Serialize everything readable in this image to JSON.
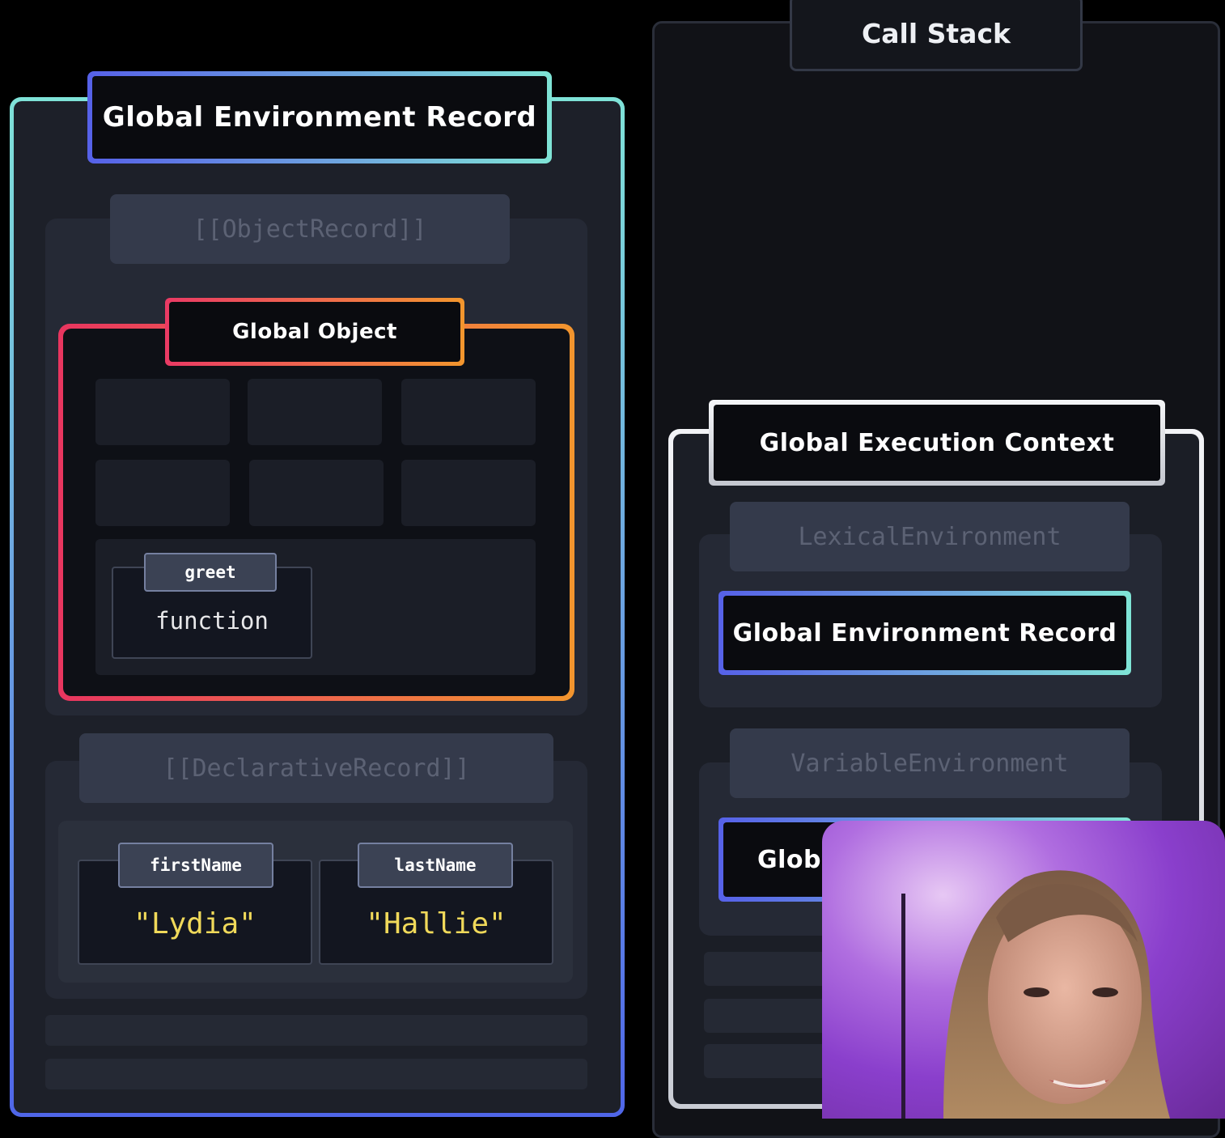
{
  "left_panel": {
    "title": "Global Environment Record",
    "object_record_label": "[[ObjectRecord]]",
    "global_object": {
      "title": "Global Object",
      "properties": [
        {
          "name": "greet",
          "value": "function"
        }
      ]
    },
    "declarative_record_label": "[[DeclarativeRecord]]",
    "declarative_properties": [
      {
        "name": "firstName",
        "value": "\"Lydia\""
      },
      {
        "name": "lastName",
        "value": "\"Hallie\""
      }
    ]
  },
  "call_stack": {
    "title": "Call Stack",
    "execution_context": {
      "title": "Global Execution Context",
      "lexical_environment_label": "LexicalEnvironment",
      "lexical_environment_value": "Global Environment Record",
      "variable_environment_label": "VariableEnvironment",
      "variable_environment_value_visible": "Globa"
    }
  },
  "colors": {
    "background": "#000000",
    "panel": "#1d2029",
    "environment_record_gradient": [
      "#5661e8",
      "#7fe4d6"
    ],
    "global_object_gradient": [
      "#e8355f",
      "#f2952e"
    ],
    "execution_context_border": "#e6e7ea",
    "string_value": "#f0d95a"
  }
}
